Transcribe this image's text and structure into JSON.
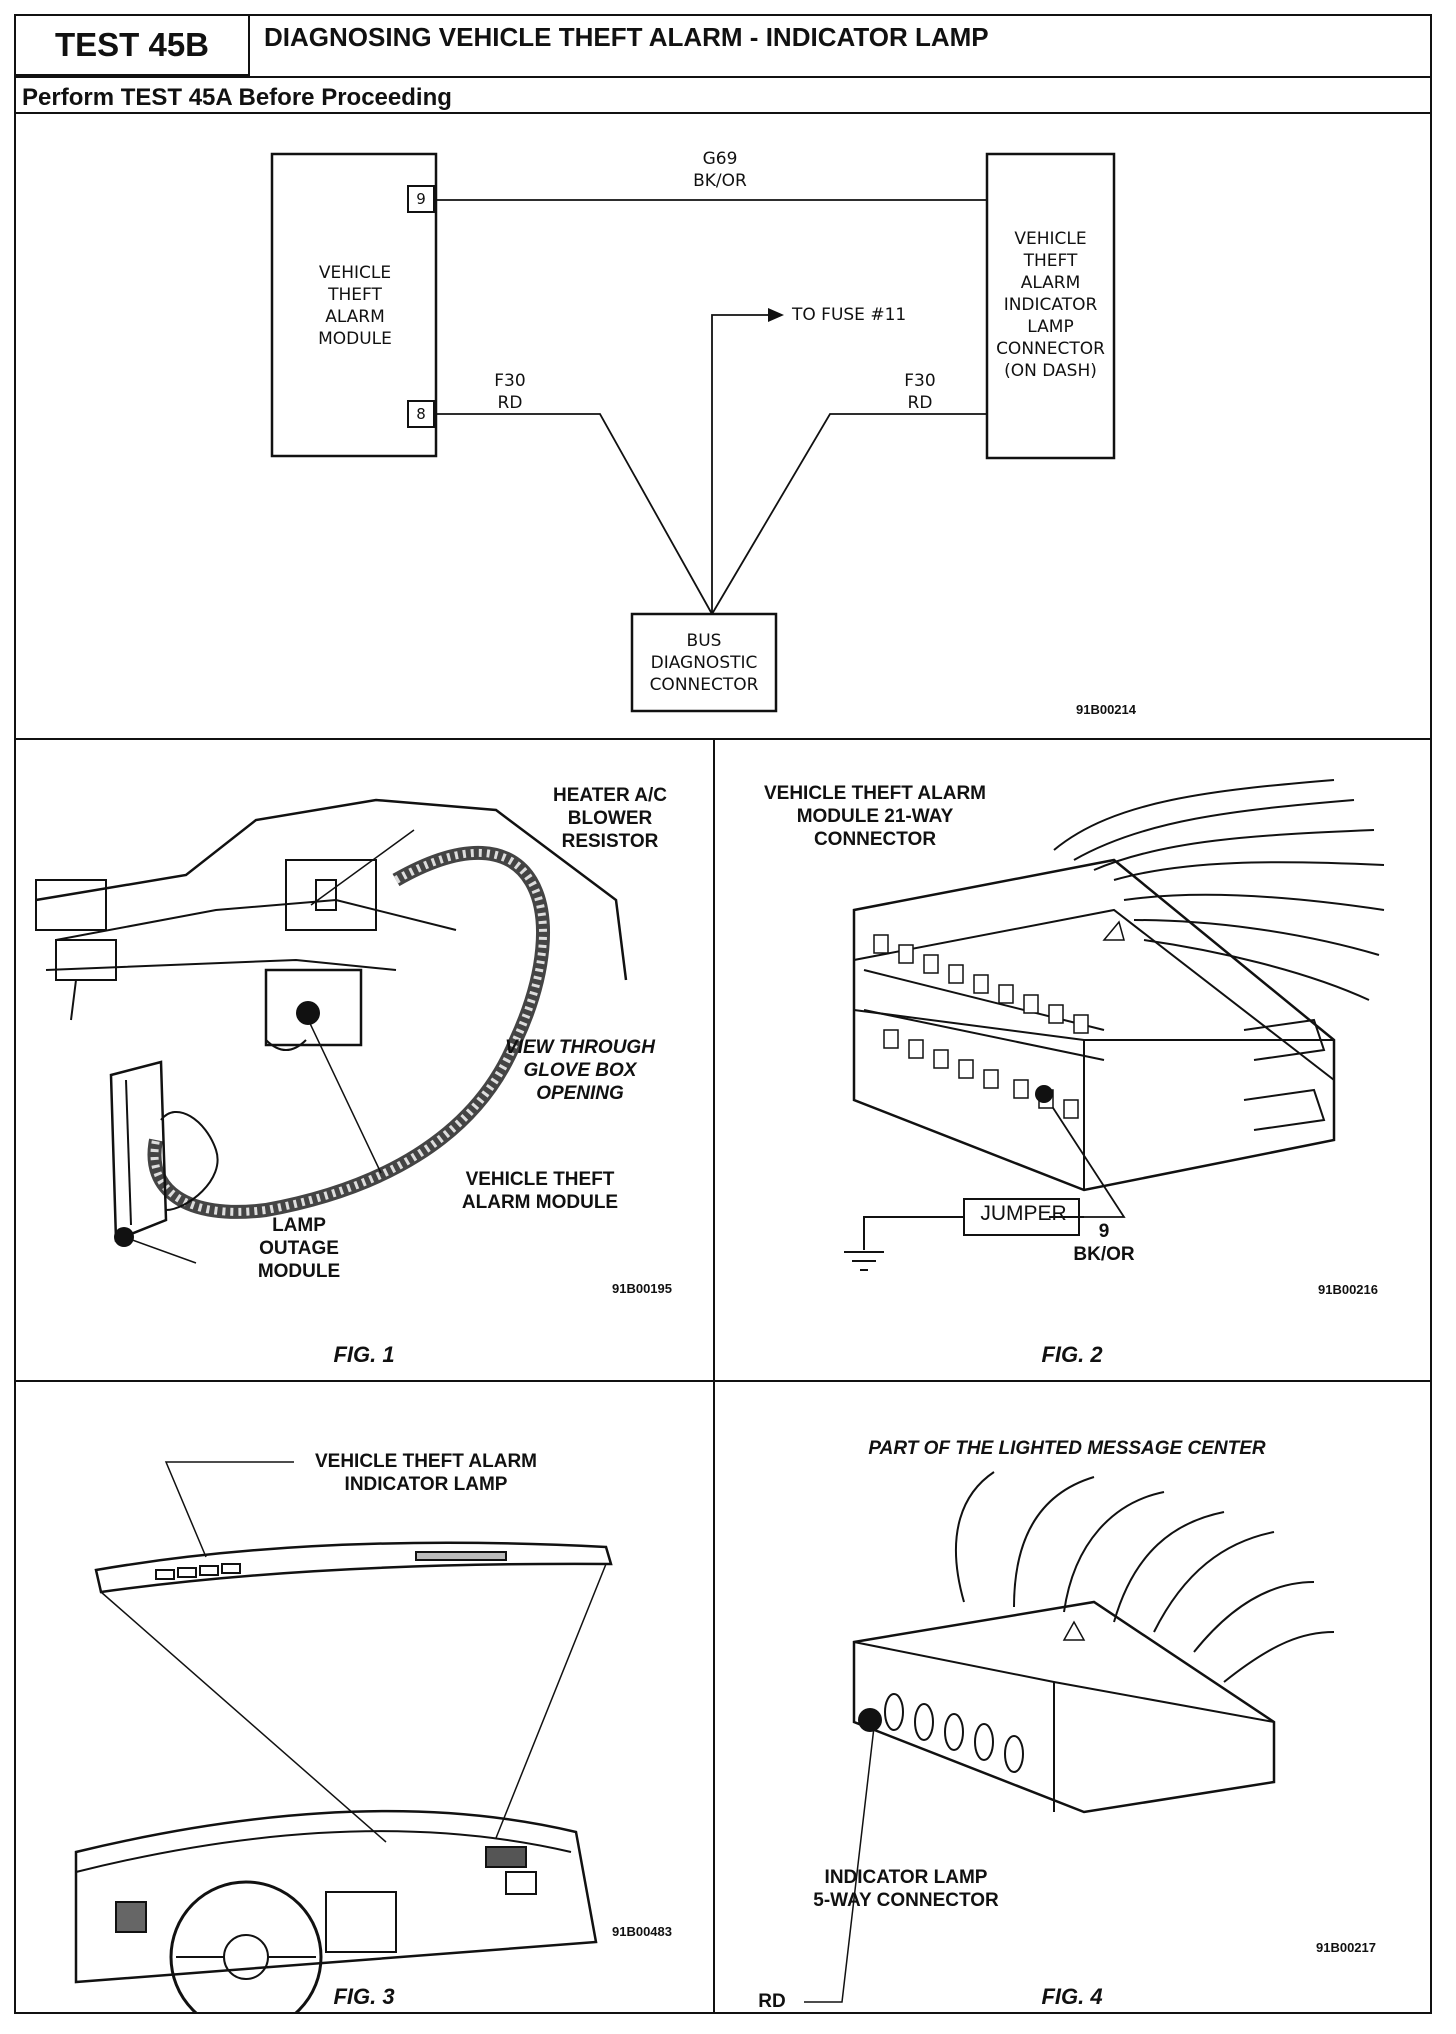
{
  "header": {
    "test_label": "TEST 45B",
    "title": "DIAGNOSING VEHICLE THEFT ALARM - INDICATOR LAMP",
    "subheading": "Perform TEST 45A Before Proceeding"
  },
  "schematic": {
    "module_label": [
      "VEHICLE",
      "THEFT",
      "ALARM",
      "MODULE"
    ],
    "pin_9": "9",
    "pin_8": "8",
    "wire_top": [
      "G69",
      "BK/OR"
    ],
    "wire_left": [
      "F30",
      "RD"
    ],
    "wire_right": [
      "F30",
      "RD"
    ],
    "fuse_label": "TO FUSE #11",
    "lamp_connector_label": [
      "VEHICLE",
      "THEFT",
      "ALARM",
      "INDICATOR",
      "LAMP",
      "CONNECTOR",
      "(ON DASH)"
    ],
    "bus_connector_label": [
      "BUS",
      "DIAGNOSTIC",
      "CONNECTOR"
    ],
    "code": "91B00214"
  },
  "fig1": {
    "heater_label": [
      "HEATER A/C",
      "BLOWER",
      "RESISTOR"
    ],
    "view_label": [
      "VIEW THROUGH",
      "GLOVE BOX",
      "OPENING"
    ],
    "module_label": [
      "VEHICLE THEFT",
      "ALARM MODULE"
    ],
    "lamp_outage_label": [
      "LAMP",
      "OUTAGE",
      "MODULE"
    ],
    "code": "91B00195",
    "caption": "FIG. 1"
  },
  "fig2": {
    "connector_label": [
      "VEHICLE THEFT ALARM",
      "MODULE 21-WAY",
      "CONNECTOR"
    ],
    "jumper_label": "JUMPER",
    "pin_label": [
      "9",
      "BK/OR"
    ],
    "code": "91B00216",
    "caption": "FIG. 2"
  },
  "fig3": {
    "lamp_label": [
      "VEHICLE THEFT ALARM",
      "INDICATOR LAMP"
    ],
    "code": "91B00483",
    "caption": "FIG. 3"
  },
  "fig4": {
    "part_label": "PART OF THE LIGHTED MESSAGE CENTER",
    "rd_label": "RD",
    "connector_label": [
      "INDICATOR LAMP",
      "5-WAY CONNECTOR"
    ],
    "code": "91B00217",
    "caption": "FIG. 4"
  }
}
